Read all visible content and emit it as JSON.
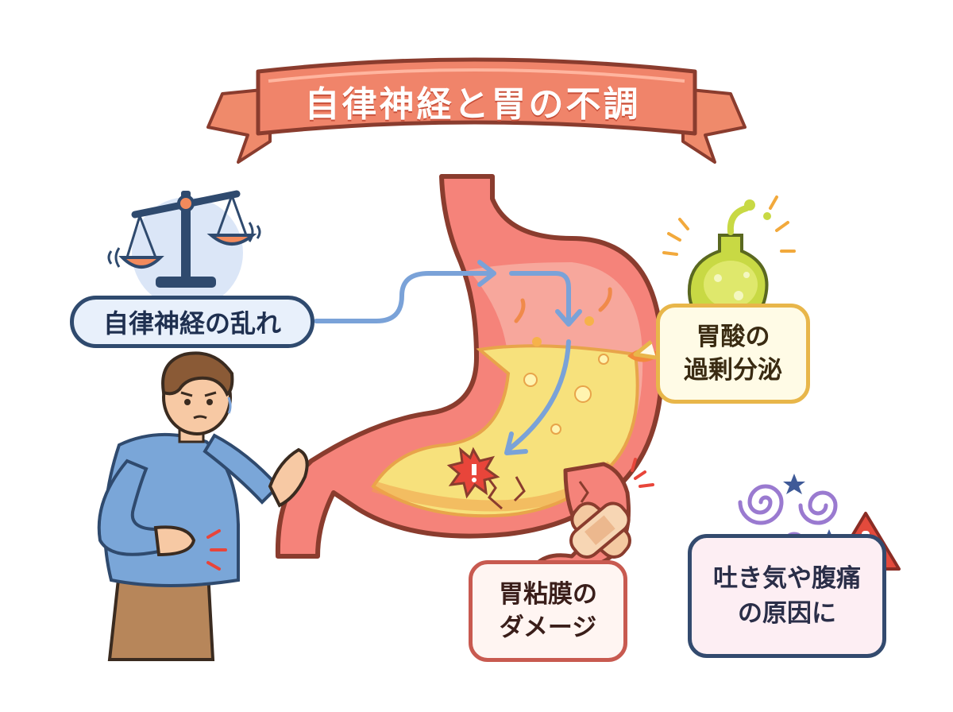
{
  "title": "自律神経と胃の不調",
  "labels": {
    "autonomic": "自律神経の乱れ",
    "acid_line1": "胃酸の",
    "acid_line2": "過剰分泌",
    "mucosa_line1": "胃粘膜の",
    "mucosa_line2": "ダメージ",
    "symptom_line1": "吐き気や腹痛",
    "symptom_line2": "の原因に"
  },
  "icons": [
    "balance-scale-icon",
    "acid-flask-icon",
    "bandage-icon",
    "dizzy-swirl-icon",
    "warning-icon",
    "burst-icon"
  ],
  "colors": {
    "banner": "#f08a6c",
    "stomach": "#f27d78",
    "acid": "#f6e58c",
    "arrow": "#7aa2d8",
    "warning": "#e34a3c"
  }
}
